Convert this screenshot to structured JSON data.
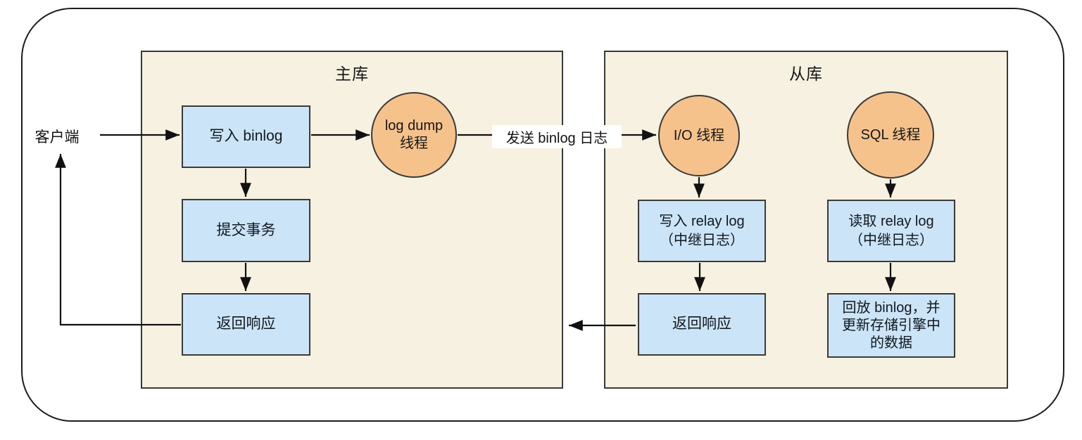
{
  "client_label": "客户端",
  "send_binlog_label": "发送 binlog 日志",
  "master": {
    "title": "主库",
    "write_binlog": "写入 binlog",
    "commit_transaction": "提交事务",
    "return_response": "返回响应",
    "log_dump_thread": "log dump\n线程"
  },
  "slave": {
    "title": "从库",
    "io_thread": "I/O 线程",
    "sql_thread": "SQL 线程",
    "write_relay_log": "写入  relay log\n（中继日志）",
    "read_relay_log": "读取  relay log\n（中继日志）",
    "return_response": "返回响应",
    "replay_binlog": "回放 binlog，并\n更新存储引擎中\n的数据"
  },
  "colors": {
    "panel_bg": "#f6f1e0",
    "box_bg": "#cce4f7",
    "circle_bg": "#f6c28c",
    "border": "#3a3a3a",
    "arrow": "#111111"
  }
}
